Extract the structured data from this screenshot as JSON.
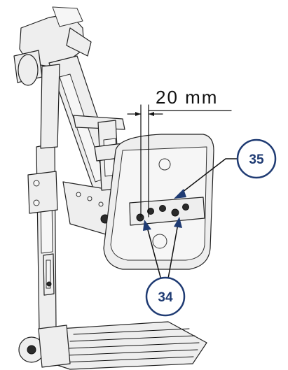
{
  "dimension": {
    "label": "20 mm"
  },
  "callouts": [
    {
      "number": "35"
    },
    {
      "number": "34"
    }
  ],
  "colors": {
    "callout_stroke": "#1f3b73",
    "callout_text": "#1f3b73",
    "callout_fill": "#ffffff",
    "outline": "#222222",
    "part_fill": "#eeeeee"
  }
}
